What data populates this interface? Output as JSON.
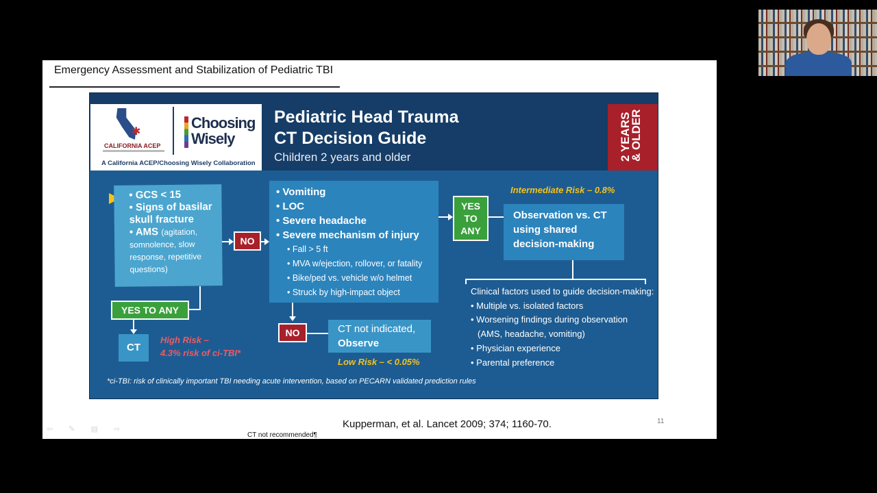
{
  "slide": {
    "title": "Emergency Assessment and Stabilization of Pediatric TBI",
    "citation": "Kupperman, et al.  Lancet 2009; 374; 1160-70.",
    "page_number": "11",
    "speaker_note": "CT not recommended¶",
    "ghost_tools": "⇦ ✎ ▤ ⇨"
  },
  "guide": {
    "logo_california": "CALIFORNIA ACEP",
    "logo_choosing_wisely": "Choosing Wisely",
    "collaboration": "A California ACEP/Choosing Wisely Collaboration",
    "title_line1": "Pediatric Head Trauma",
    "title_line2": "CT Decision Guide",
    "subtitle": "Children 2 years and older",
    "age_band": "2 YEARS & OLDER",
    "box1": {
      "item1": "• GCS < 15",
      "item2": "• Signs of basilar skull fracture",
      "item3": "• AMS",
      "item3_detail": "(agitation, somnolence, slow response, repetitive questions)"
    },
    "box2": {
      "item1": "• Vomiting",
      "item2": "• LOC",
      "item3": "• Severe headache",
      "item4": "• Severe mechanism of injury",
      "sub1": "• Fall > 5 ft",
      "sub2": "• MVA w/ejection, rollover, or fatality",
      "sub3": "• Bike/ped vs. vehicle w/o helmet",
      "sub4": "• Struck by high-impact object"
    },
    "box3": "Observation vs. CT using shared decision-making",
    "box4_line1": "CT not indicated,",
    "box4_line2": "Observe",
    "tag_no_1": "NO",
    "tag_no_2": "NO",
    "tag_yes_to_any": "YES TO ANY",
    "tag_yes_to_any_stacked": "YES TO ANY",
    "tag_ct": "CT",
    "risk_high_line1": "High Risk –",
    "risk_high_line2": "4.3% risk of ci-TBI*",
    "risk_intermediate": "Intermediate Risk – 0.8%",
    "risk_low": "Low Risk – < 0.05%",
    "factors": {
      "heading": "Clinical factors used to guide decision-making:",
      "items": [
        "• Multiple vs. isolated factors",
        "• Worsening findings during observation",
        "(AMS, headache, vomiting)",
        "• Physician experience",
        "• Parental preference"
      ]
    },
    "footnote": "*ci-TBI: risk of clinically important TBI needing acute intervention, based on PECARN validated prediction rules"
  }
}
